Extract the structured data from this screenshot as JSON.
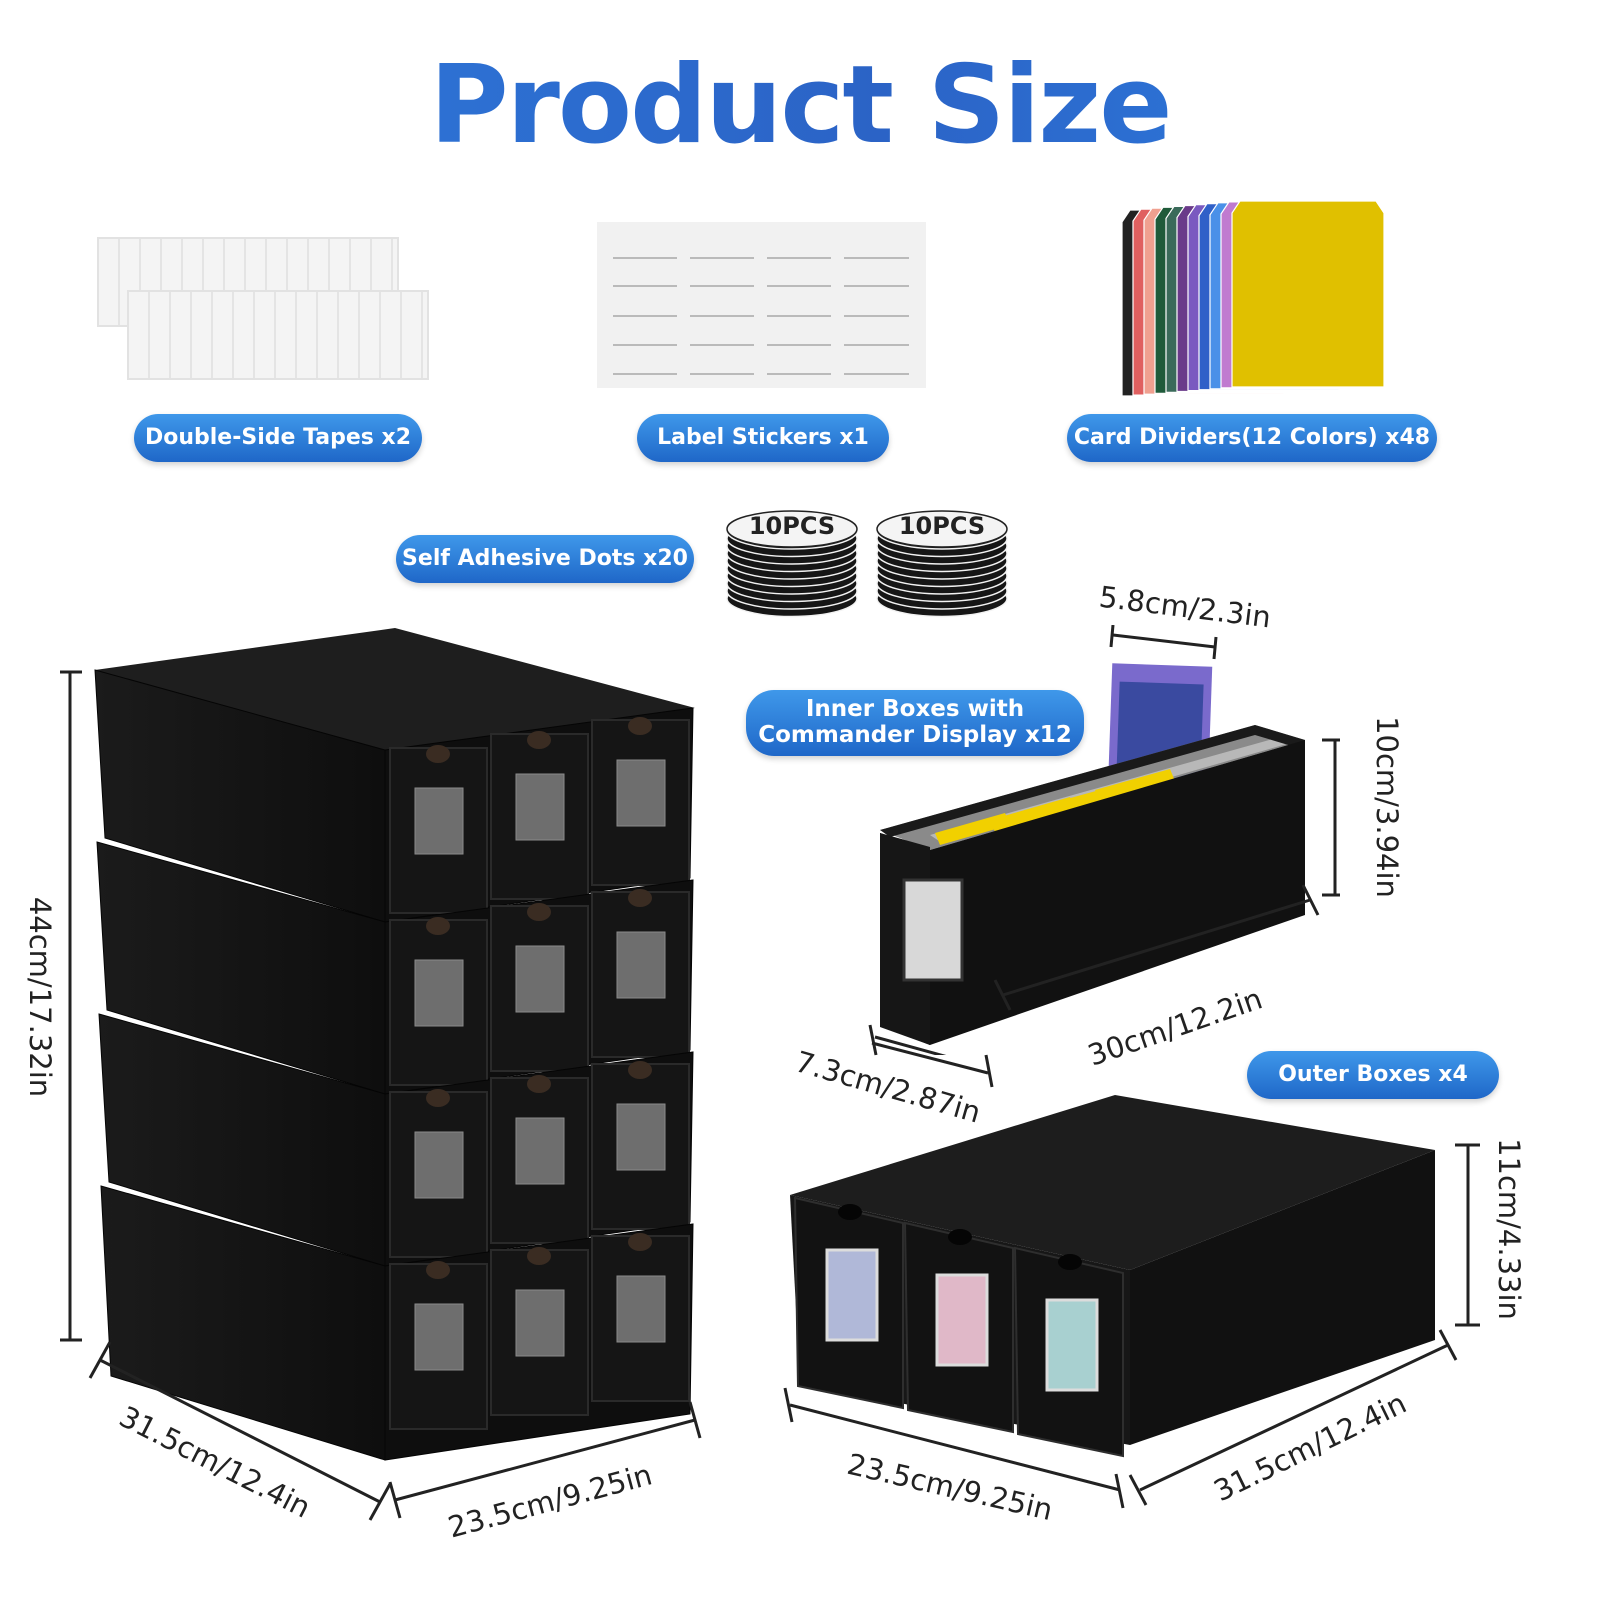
{
  "title": "Product Size",
  "accessories": {
    "tapes_label": "Double-Side Tapes x2",
    "stickers_label": "Label Stickers x1",
    "dividers_label": "Card Dividers(12 Colors) x48",
    "dots_label": "Self Adhesive Dots x20",
    "dots_stack_a": "10PCS",
    "dots_stack_b": "10PCS",
    "divider_colors": [
      "#222222",
      "#e06060",
      "#f0a090",
      "#1f5a3a",
      "#3a6a5a",
      "#6a3a8a",
      "#7a5ac0",
      "#3060c8",
      "#4a90e8",
      "#c07ad0",
      "#e0c000"
    ]
  },
  "inner_box": {
    "label_line1": "Inner Boxes with",
    "label_line2": "Commander Display x12",
    "dim_width": "5.8cm/2.3in",
    "dim_height": "10cm/3.94in",
    "dim_length": "30cm/12.2in",
    "dim_depth": "7.3cm/2.87in"
  },
  "outer_box": {
    "label": "Outer Boxes x4",
    "dim_height": "11cm/4.33in",
    "dim_front": "23.5cm/9.25in",
    "dim_side": "31.5cm/12.4in"
  },
  "stack": {
    "dim_height": "44cm/17.32in",
    "dim_side": "31.5cm/12.4in",
    "dim_front": "23.5cm/9.25in"
  }
}
